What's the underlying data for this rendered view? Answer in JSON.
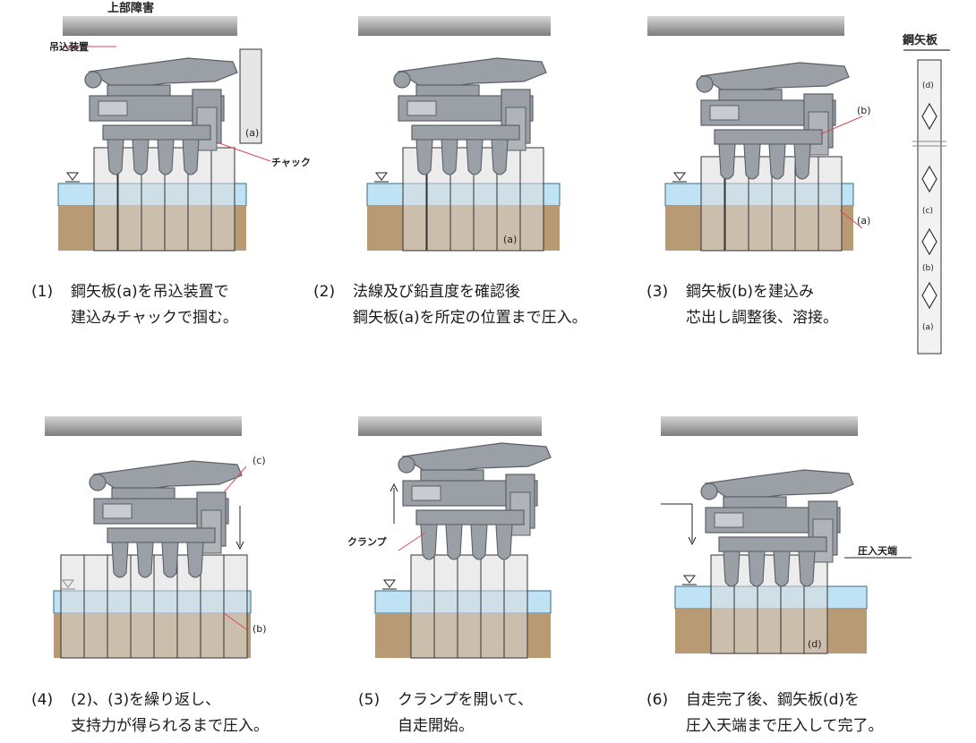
{
  "panels": [
    {
      "num": "(1)",
      "line1": "鋼矢板(a)を吊込装置で",
      "line2": "建込みチャックで掴む。",
      "labels": {
        "top": "上部障害",
        "hoist": "吊込装置",
        "a": "(a)",
        "chuck": "チャック"
      }
    },
    {
      "num": "(2)",
      "line1": "法線及び鉛直度を確認後",
      "line2": "鋼矢板(a)を所定の位置まで圧入。",
      "labels": {
        "a": "(a)"
      }
    },
    {
      "num": "(3)",
      "line1": "鋼矢板(b)を建込み",
      "line2": "芯出し調整後、溶接。",
      "labels": {
        "b": "(b)",
        "a": "(a)"
      }
    },
    {
      "num": "(4)",
      "line1": "(2)、(3)を繰り返し、",
      "line2": "支持力が得られるまで圧入。",
      "labels": {
        "c": "(c)",
        "b": "(b)"
      }
    },
    {
      "num": "(5)",
      "line1": "クランプを開いて、",
      "line2": "自走開始。",
      "labels": {
        "clamp": "クランプ"
      }
    },
    {
      "num": "(6)",
      "line1": "自走完了後、鋼矢板(d)を",
      "line2": "圧入天端まで圧入して完了。",
      "labels": {
        "top_end": "圧入天端",
        "d": "(d)"
      }
    }
  ],
  "sheet": {
    "title": "鋼矢板",
    "labels": [
      "(d)",
      "(c)",
      "(b)",
      "(a)"
    ]
  },
  "colors": {
    "machine": "#9aa0a6",
    "machine_dark": "#5b6066",
    "water": "#bfe3f5",
    "soil": "#b89a74",
    "pile": "#dcdcdc",
    "beam": "#9e9e9e",
    "leader": "#d94a5a"
  }
}
